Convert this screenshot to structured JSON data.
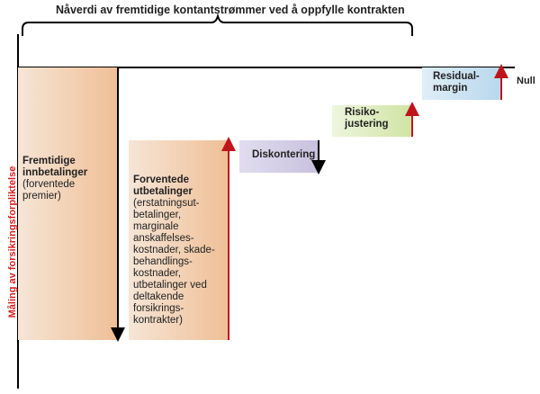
{
  "diagram": {
    "top_label": "Nåverdi av fremtidige kontantstrømmer  ved å oppfylle kontrakten",
    "y_axis_label": "Måling av forsikringsforpliktelse",
    "null_label": "Null",
    "blocks": {
      "fremtidige": {
        "title": "Fremtidige innbetalinger",
        "sub": "(forventede premier)"
      },
      "forventede": {
        "title": "Forventede utbetalinger",
        "sub": "(erstatningsut-betalinger, marginale anskaffelses-kostnader, skade-behandlings-kostnader, utbetalinger ved deltakende forsikrings-kontrakter)"
      },
      "diskontering": {
        "title": "Diskontering"
      },
      "risiko": {
        "title": "Risiko-justering"
      },
      "residual": {
        "title": "Residual-margin"
      }
    },
    "colors": {
      "axis_label": "#d62020",
      "up_arrow": "#c0141c",
      "down_arrow": "#000000",
      "cashflow_block": "#efbf96",
      "discount_block": "#c8c1de",
      "risk_block": "#cfe4a3",
      "residual_block": "#b9d7ec"
    }
  }
}
